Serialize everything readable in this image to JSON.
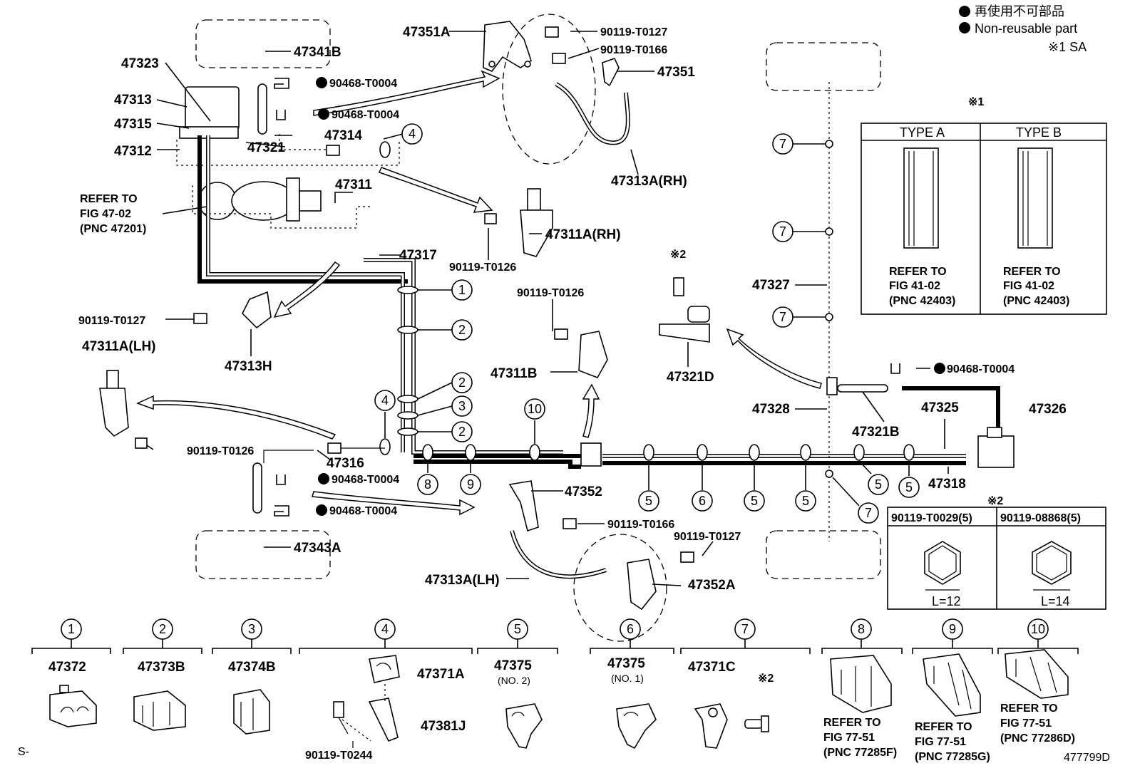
{
  "legend": {
    "jp": "再使用不可部品",
    "en": "Non-reusable part",
    "note": "※1 SA"
  },
  "parts": {
    "p47351A": "47351A",
    "p90119_T0127_top": "90119-T0127",
    "p90119_T0166_top": "90119-T0166",
    "p47351": "47351",
    "p47313A_RH": "47313A(RH)",
    "p47341B": "47341B",
    "p47323": "47323",
    "p47313": "47313",
    "p47315": "47315",
    "p47312": "47312",
    "p90468_T0004_a": "90468-T0004",
    "p90468_T0004_b": "90468-T0004",
    "p47314": "47314",
    "p47321": "47321",
    "p47311": "47311",
    "refer_47_02_l1": "REFER TO",
    "refer_47_02_l2": "FIG 47-02",
    "refer_47_02_l3": "(PNC 47201)",
    "p47311A_RH": "47311A(RH)",
    "p90119_T0126_a": "90119-T0126",
    "p47317": "47317",
    "p90119_T0127_mid": "90119-T0127",
    "p47313H": "47313H",
    "p47311A_LH": "47311A(LH)",
    "p90119_T0126_b": "90119-T0126",
    "p47316": "47316",
    "p90468_T0004_c": "90468-T0004",
    "p90468_T0004_d": "90468-T0004",
    "p47343A": "47343A",
    "p90119_T0126_c": "90119-T0126",
    "p47311B": "47311B",
    "p47352": "47352",
    "p90119_T0166_bot": "90119-T0166",
    "p90119_T0127_bot": "90119-T0127",
    "p47313A_LH": "47313A(LH)",
    "p47352A": "47352A",
    "x2_top": "※2",
    "p47321D": "47321D",
    "p47327": "47327",
    "p47328": "47328",
    "p90468_T0004_e": "90468-T0004",
    "p47321B": "47321B",
    "p47325": "47325",
    "p47326": "47326",
    "p47318": "47318",
    "x1_label": "※1",
    "x2_label": "※2"
  },
  "type_box": {
    "type_a": "TYPE A",
    "type_b": "TYPE B",
    "a_l1": "REFER TO",
    "a_l2": "FIG 41-02",
    "a_l3": "(PNC 42403)",
    "b_l1": "REFER TO",
    "b_l2": "FIG 41-02",
    "b_l3": "(PNC 42403)"
  },
  "bolt_box": {
    "h1": "90119-T0029(5)",
    "h2": "90119-08868(5)",
    "l1": "L=12",
    "l2": "L=14"
  },
  "callouts": [
    "1",
    "2",
    "3",
    "4",
    "5",
    "6",
    "7",
    "8",
    "9",
    "10"
  ],
  "bottom": {
    "c1_part": "47372",
    "c2_part": "47373B",
    "c3_part": "47374B",
    "c4_a": "47371A",
    "c4_b": "47381J",
    "c4_bolt": "90119-T0244",
    "c5_part": "47375",
    "c5_sub": "(NO. 2)",
    "c6_part": "47375",
    "c6_sub": "(NO. 1)",
    "c7_part": "47371C",
    "c7_note": "※2",
    "c8_l1": "REFER TO",
    "c8_l2": "FIG 77-51",
    "c8_l3": "(PNC 77285F)",
    "c9_l1": "REFER TO",
    "c9_l2": "FIG 77-51",
    "c9_l3": "(PNC 77285G)",
    "c10_l1": "REFER TO",
    "c10_l2": "FIG 77-51",
    "c10_l3": "(PNC 77286D)"
  },
  "footer": {
    "left": "S-",
    "code": "477799D"
  }
}
